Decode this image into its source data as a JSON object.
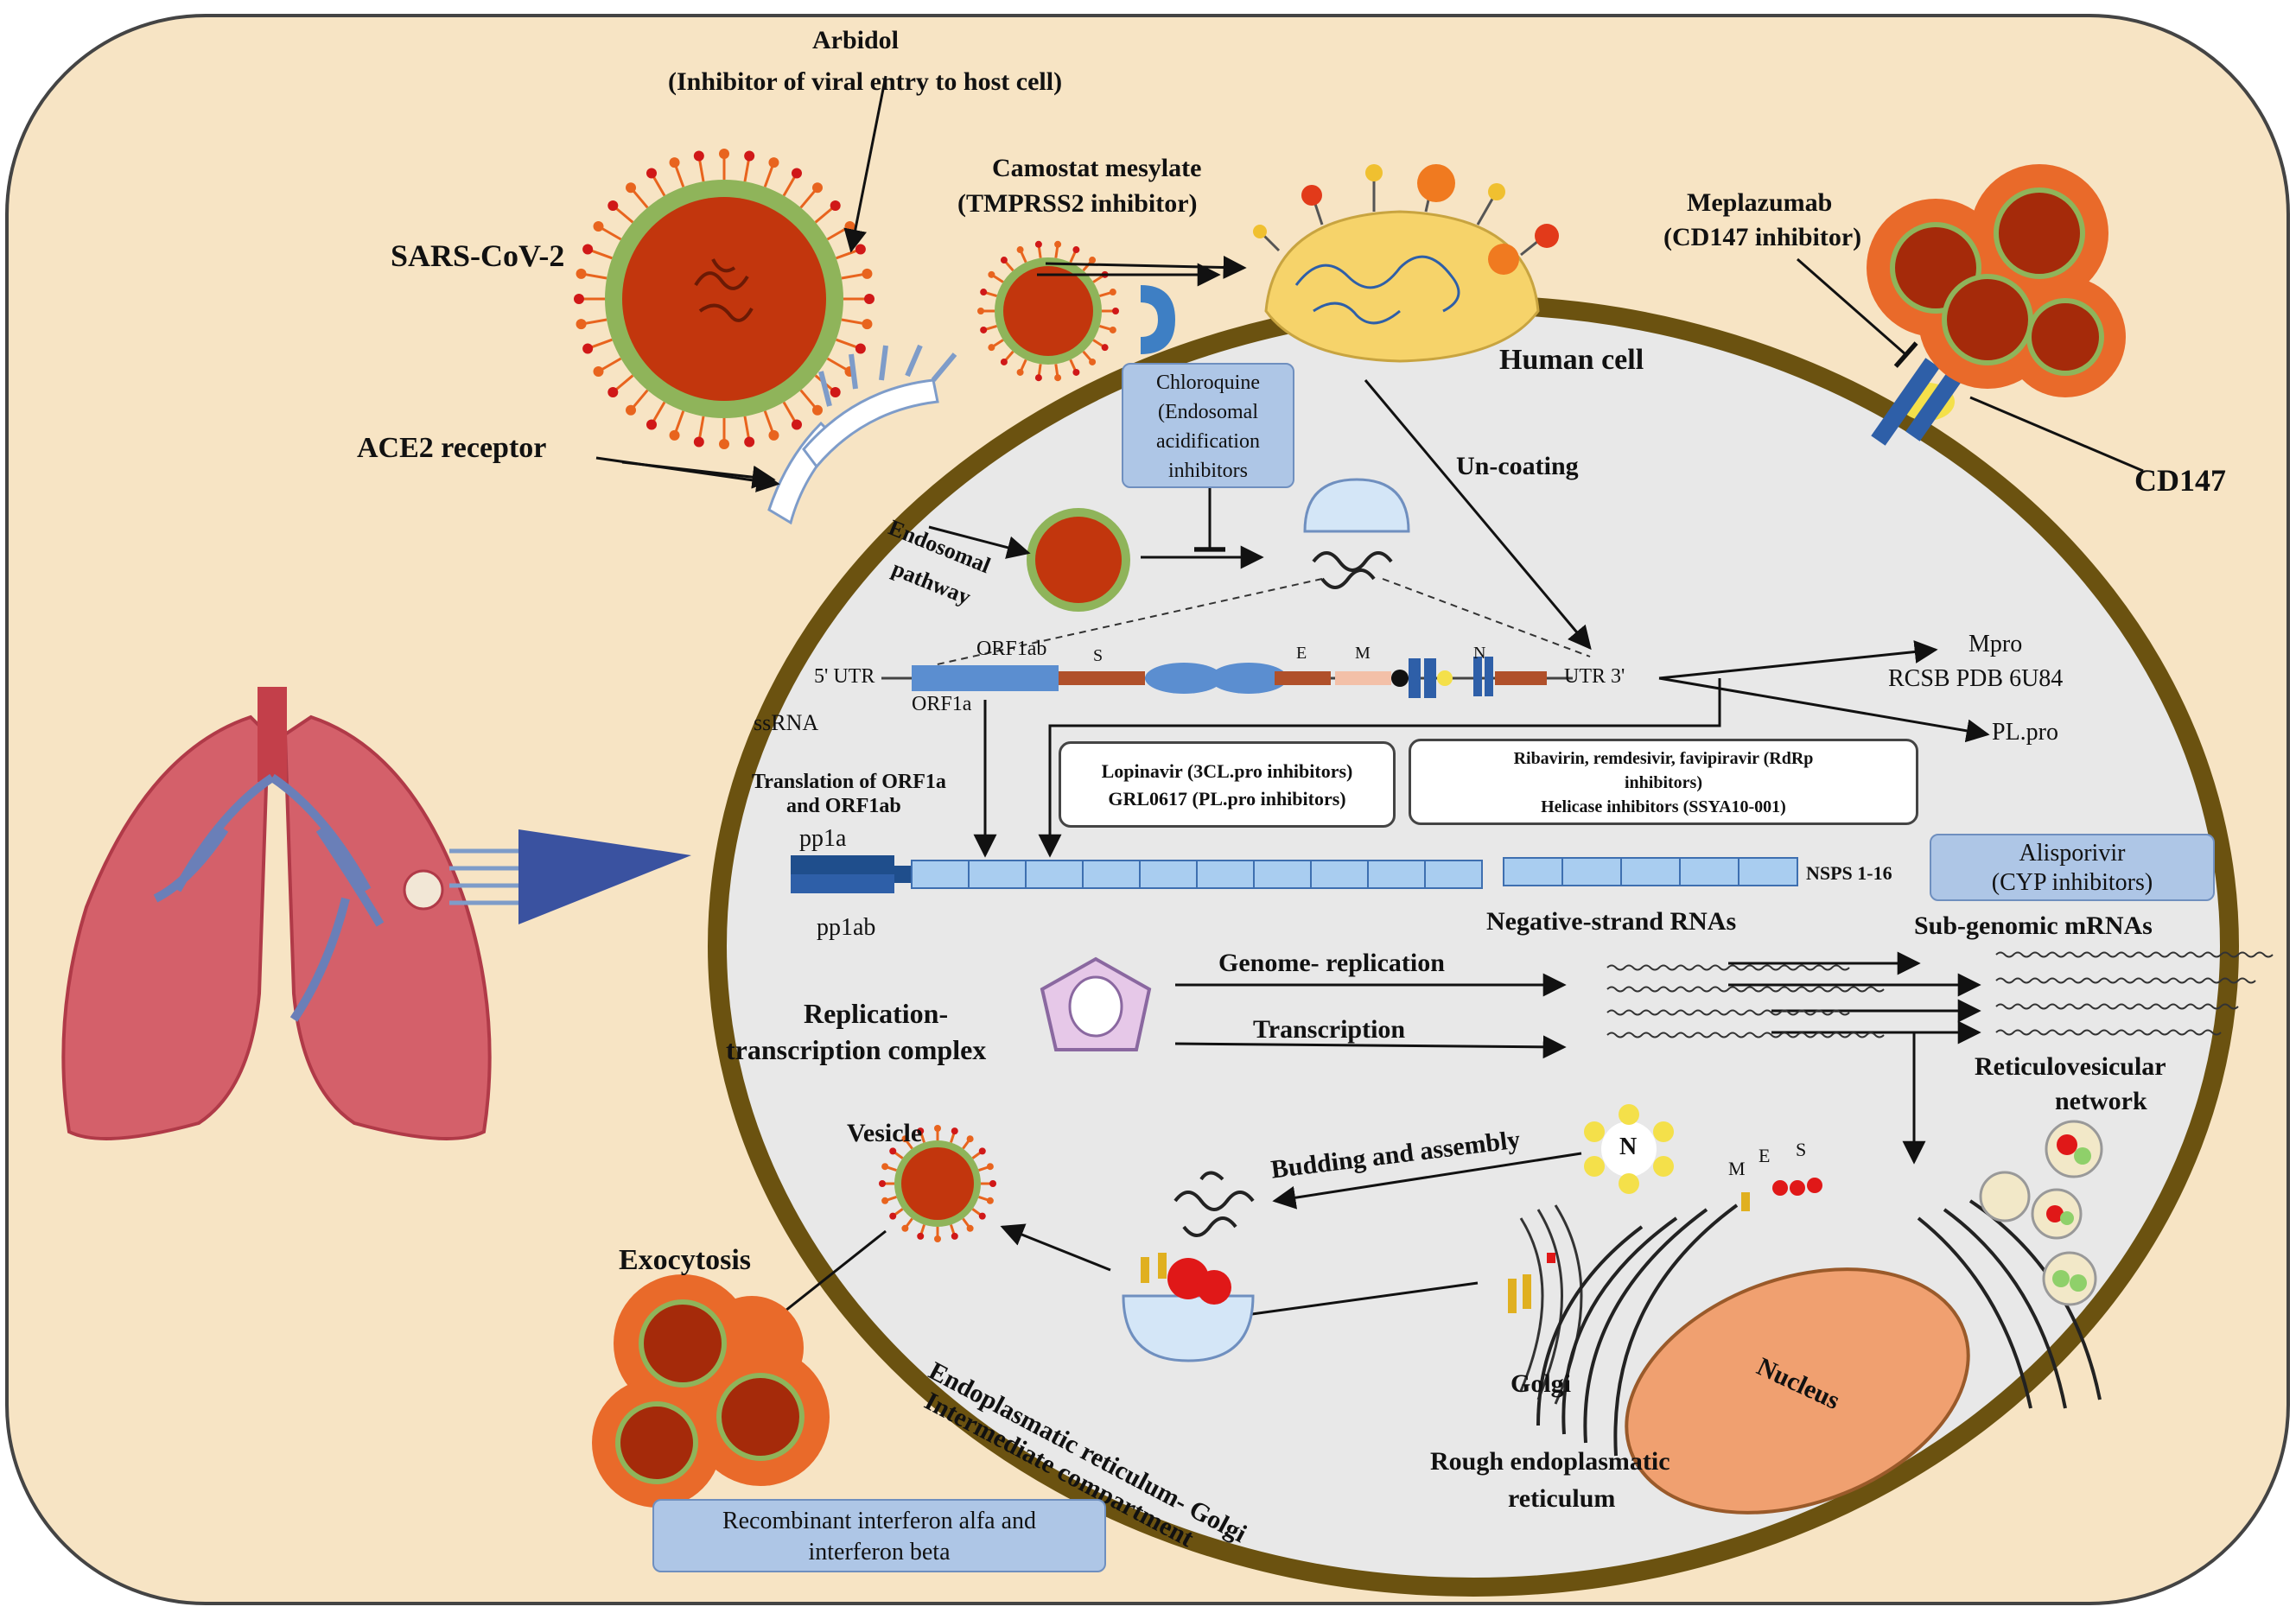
{
  "labels": {
    "arbidol": "Arbidol",
    "arbidol_sub": "(Inhibitor of viral entry to host cell)",
    "sars": "SARS-CoV-2",
    "camostat": "Camostat mesylate",
    "camostat_sub": "(TMPRSS2 inhibitor)",
    "meplazumab": "Meplazumab",
    "meplazumab_sub": "(CD147 inhibitor)",
    "human_cell": "Human cell",
    "ace2": "ACE2 receptor",
    "cd147": "CD147",
    "uncoating": "Un-coating",
    "endosomal_pathway_1": "Endosomal",
    "endosomal_pathway_2": "pathway",
    "utr5": "5' UTR",
    "utr3": "UTR 3'",
    "orf1ab": "ORF1ab",
    "orf1a": "ORF1a",
    "gene_s": "S",
    "gene_e": "E",
    "gene_m": "M",
    "gene_n": "N",
    "ssrna": "ssRNA",
    "mpro": "Mpro",
    "rcsb": "RCSB PDB 6U84",
    "plpro": "PL.pro",
    "translation_1": "Translation of ORF1a",
    "translation_2": "and ORF1ab",
    "pp1a": "pp1a",
    "pp1ab": "pp1ab",
    "nsps": "NSPS 1-16",
    "negative_strand": "Negative-strand RNAs",
    "subgenomic": "Sub-genomic mRNAs",
    "genome_replication": "Genome- replication",
    "transcription": "Transcription",
    "rtc_1": "Replication-",
    "rtc_2": "transcription complex",
    "reticulovesicular_1": "Reticulovesicular",
    "reticulovesicular_2": "network",
    "vesicle": "Vesicle",
    "budding": "Budding and assembly",
    "exocytosis": "Exocytosis",
    "ergic_1": "Endoplasmatic reticulum- Golgi",
    "ergic_2": "Intermediate compartment",
    "golgi": "Golgi",
    "rer_1": "Rough endoplasmatic",
    "rer_2": "reticulum",
    "nucleus": "Nucleus",
    "n_protein": "N",
    "mes_m": "M",
    "mes_e": "E",
    "mes_s": "S"
  },
  "boxes": {
    "chloroquine": [
      "Chloroquine",
      "(Endosomal",
      "acidification",
      "inhibitors"
    ],
    "lopinavir": [
      "Lopinavir (3CL.pro inhibitors)",
      "GRL0617 (PL.pro inhibitors)"
    ],
    "ribavirin": [
      "Ribavirin, remdesivir, favipiravir (RdRp",
      "inhibitors)",
      "Helicase inhibitors (SSYA10-001)"
    ],
    "alisporivir": [
      "Alisporivir",
      "(CYP inhibitors)"
    ],
    "interferon": [
      "Recombinant interferon alfa and",
      "interferon beta"
    ]
  },
  "colors": {
    "background": "#f7e4c4",
    "cell_fill": "#e8e8e8",
    "membrane": "#6b5210",
    "virus_core": "#c2360d",
    "virus_ring": "#8fb45a",
    "spike": "#e8641e",
    "info_box": "#aec6e6",
    "gene_blue": "#5b8ed0",
    "gene_rust": "#b0502a",
    "lung": "#d4606a",
    "nucleus": "#f0a070"
  }
}
